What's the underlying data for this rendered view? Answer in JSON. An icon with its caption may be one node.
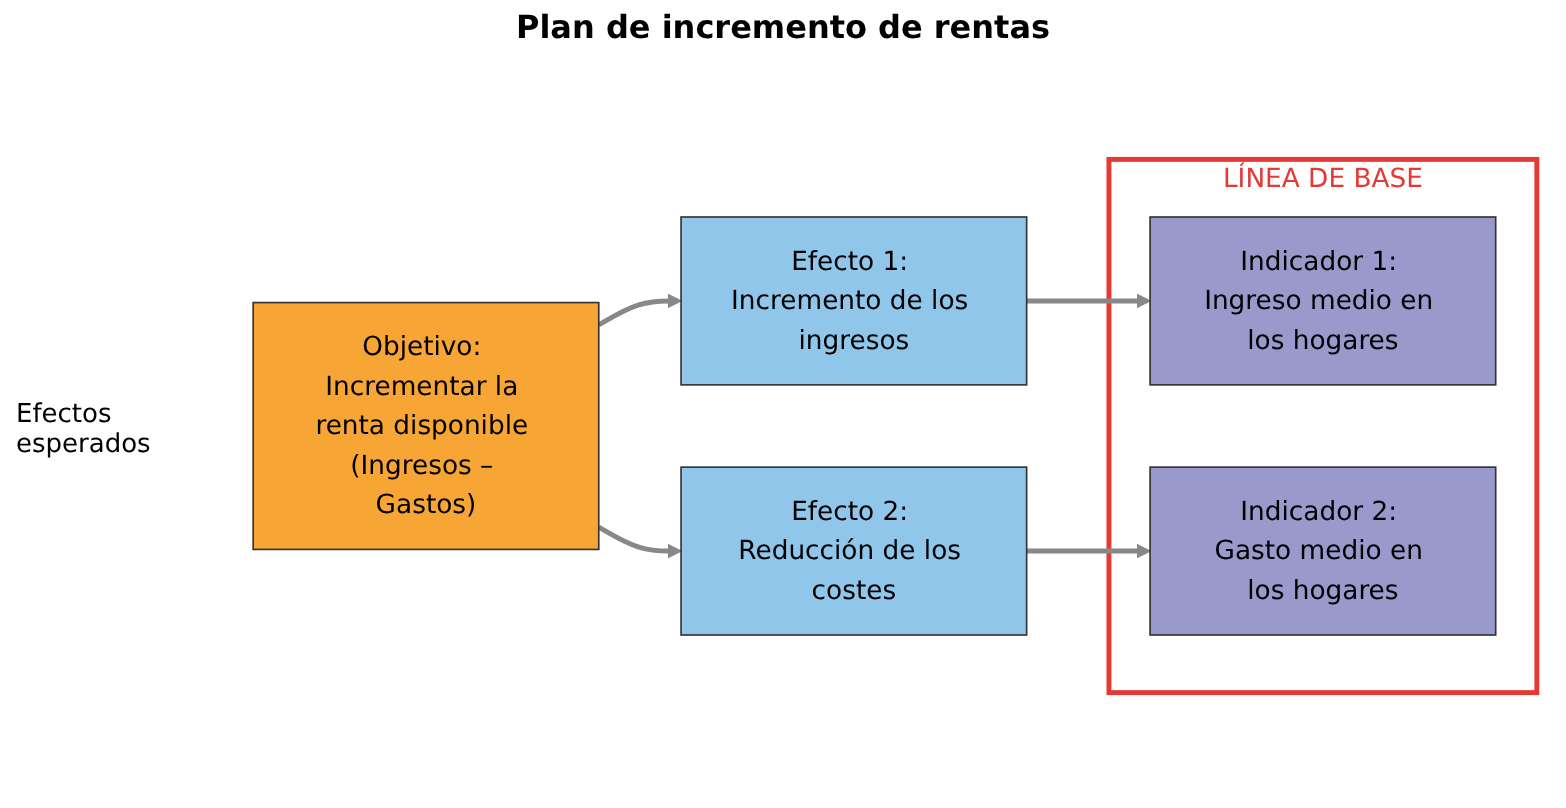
{
  "diagram": {
    "title": "Plan de incremento de rentas",
    "nodes": [
      {
        "text": [
          "Objetivo: Incrementar la renta disponible (Ingresos – Gastos)"
        ]
      },
      {
        "text": [
          "Efecto 1: Incremento de los ingresos"
        ]
      },
      {
        "text": [
          "Efecto 2: Reducción de los costes"
        ]
      },
      {
        "text": [
          "LÍNEA DE BASE"
        ]
      },
      {
        "text": [
          "Indicador 1: Ingreso medio en los hogares"
        ],
        "in": 3
      },
      {
        "text": [
          "Indicador 2: Gasto medio en los hogares"
        ],
        "in": 3
      }
    ],
    "edges": [
      {
        "from": 0,
        "to": 1,
        "arrow": "to"
      },
      {
        "from": 0,
        "to": 2,
        "arrow": "to"
      },
      {
        "from": 1,
        "to": 4,
        "arrow": "to"
      },
      {
        "from": 2,
        "to": 5,
        "arrow": "to"
      }
    ],
    "labels": [
      "Efectos esperados"
    ]
  }
}
